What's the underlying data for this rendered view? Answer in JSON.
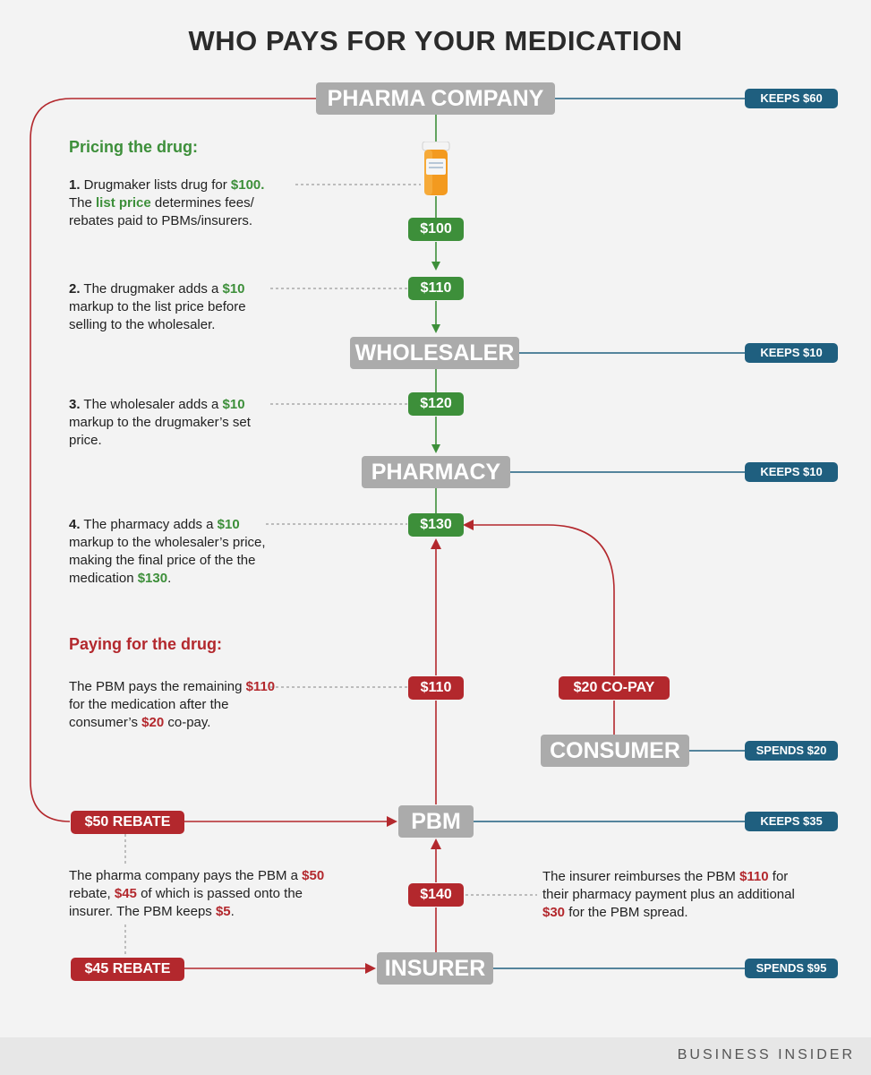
{
  "title": "WHO PAYS FOR YOUR MEDICATION",
  "nodes": {
    "pharma": "PHARMA COMPANY",
    "wholesaler": "WHOLESALER",
    "pharmacy": "PHARMACY",
    "consumer": "CONSUMER",
    "pbm": "PBM",
    "insurer": "INSURER"
  },
  "outcomes": {
    "pharma": "KEEPS $60",
    "wholesaler": "KEEPS $10",
    "pharmacy": "KEEPS $10",
    "consumer": "SPENDS $20",
    "pbm": "KEEPS $35",
    "insurer": "SPENDS $95"
  },
  "prices": {
    "p100": "$100",
    "p110": "$110",
    "p120": "$120",
    "p130": "$130"
  },
  "payments": {
    "pbm_pays": "$110",
    "copay": "$20 CO-PAY",
    "rebate50": "$50 REBATE",
    "rebate45": "$45 REBATE",
    "insurer_pays": "$140"
  },
  "sections": {
    "pricing": "Pricing the drug:",
    "paying": "Paying for the drug:"
  },
  "steps": {
    "s1": {
      "num": "1.",
      "t1": " Drugmaker lists drug for ",
      "v1": "$100",
      "t2": ".",
      "br": "The ",
      "v2": "list price",
      "t3": " determines fees/ rebates paid to PBMs/insurers."
    },
    "s2": {
      "num": "2.",
      "t1": " The drugmaker adds a ",
      "v1": "$10",
      "t2": " markup to the list price before selling to the wholesaler."
    },
    "s3": {
      "num": "3.",
      "t1": " The wholesaler adds a ",
      "v1": "$10",
      "t2": " markup to the drugmaker’s set price."
    },
    "s4": {
      "num": "4.",
      "t1": " The pharmacy adds a ",
      "v1": "$10",
      "t2": " markup to the wholesaler’s price, making the final price of the the medication ",
      "v2": "$130",
      "t3": "."
    }
  },
  "notes": {
    "pbm": {
      "t1": "The PBM pays the remaining ",
      "v1": "$110",
      "t2": " for the medication after the consumer’s ",
      "v2": "$20",
      "t3": " co-pay."
    },
    "rebate": {
      "t1": "The pharma company pays the PBM a ",
      "v1": "$50",
      "t2": " rebate, ",
      "v2": "$45",
      "t3": " of which is passed onto the insurer. The PBM keeps ",
      "v3": "$5",
      "t4": "."
    },
    "insurer": {
      "t1": "The insurer reimburses the PBM ",
      "v1": "$110",
      "t2": " for their pharmacy payment plus an additional ",
      "v2": "$30",
      "t3": " for the PBM spread."
    }
  },
  "brand": "BUSINESS INSIDER",
  "colors": {
    "green": "#3d8f3a",
    "red": "#b3282d",
    "blue": "#1f5f7f",
    "node": "#ababab"
  },
  "icons": {
    "bottle": "pill-bottle-icon"
  }
}
